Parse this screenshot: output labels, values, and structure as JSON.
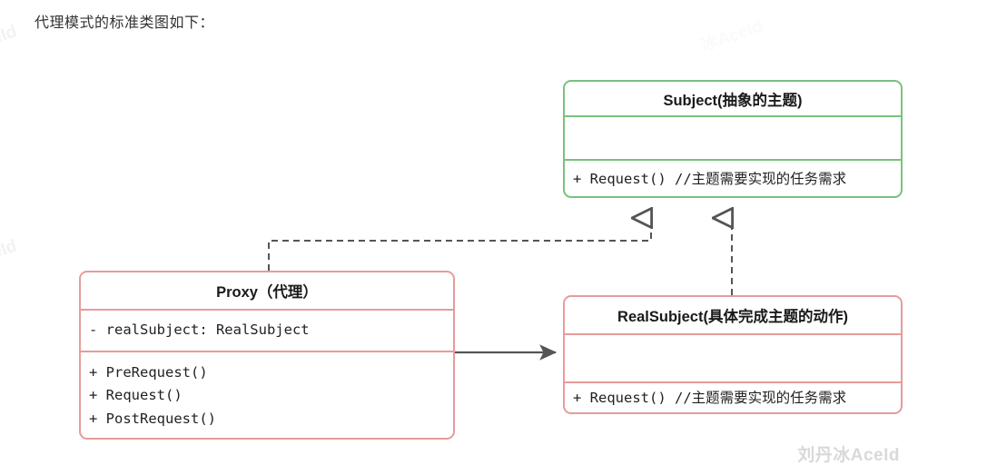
{
  "caption": "代理模式的标准类图如下：",
  "colors": {
    "abstract_border": "#7ac17f",
    "concrete_border": "#e79b9b",
    "edge": "#555555",
    "text": "#222222",
    "watermark": "#d9d9d9"
  },
  "classes": {
    "subject": {
      "name": "Subject(抽象的主题)",
      "stereotype": "abstract",
      "attributes": [],
      "methods": [
        "+ Request() //主题需要实现的任务需求"
      ]
    },
    "proxy": {
      "name": "Proxy（代理）",
      "stereotype": "concrete",
      "attributes": [
        "- realSubject: RealSubject"
      ],
      "methods": [
        "+ PreRequest()",
        "+ Request()",
        "+ PostRequest()"
      ]
    },
    "realsubject": {
      "name": "RealSubject(具体完成主题的动作)",
      "stereotype": "concrete",
      "attributes": [],
      "methods": [
        "+ Request() //主题需要实现的任务需求"
      ]
    }
  },
  "relations": [
    {
      "id": "proxy-realizes-subject",
      "from": "proxy",
      "to": "subject",
      "type": "realization",
      "line": "dashed",
      "arrowhead": "hollow-triangle",
      "label": ""
    },
    {
      "id": "realsubject-realizes-subject",
      "from": "realsubject",
      "to": "subject",
      "type": "realization",
      "line": "dashed",
      "arrowhead": "hollow-triangle",
      "label": ""
    },
    {
      "id": "proxy-uses-realsubject",
      "from": "proxy",
      "to": "realsubject",
      "type": "association",
      "line": "solid",
      "arrowhead": "filled-arrow",
      "label": ""
    }
  ],
  "watermarks": {
    "main": "刘丹冰AceId",
    "faint_left_top": "ceId",
    "faint_left_mid": "ceId",
    "faint_center_top": "冰AceId"
  }
}
